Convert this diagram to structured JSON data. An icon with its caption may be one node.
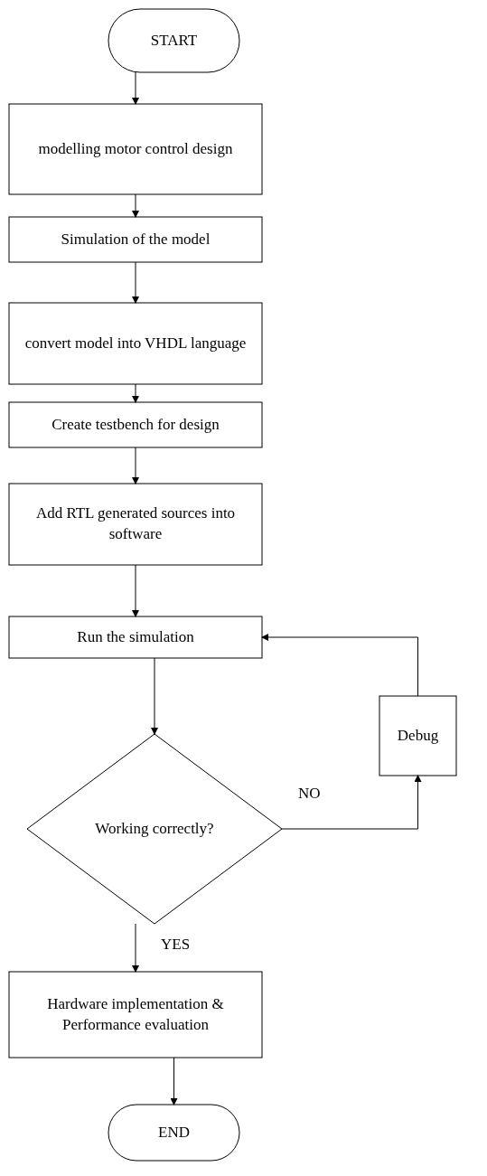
{
  "diagram": {
    "nodes": [
      {
        "text": [
          "START"
        ]
      },
      {
        "text": [
          "modelling motor control design"
        ]
      },
      {
        "text": [
          "Simulation of the model"
        ]
      },
      {
        "text": [
          "convert model into VHDL language"
        ]
      },
      {
        "text": [
          "Create testbench for design"
        ]
      },
      {
        "text": [
          "Add RTL generated sources into software"
        ]
      },
      {
        "text": [
          "Run the simulation"
        ]
      },
      {
        "text": [
          "Working correctly?"
        ]
      },
      {
        "text": [
          "Debug"
        ]
      },
      {
        "text": [
          "Hardware implementation & Performance evaluation"
        ]
      },
      {
        "text": [
          "END"
        ]
      }
    ],
    "edges": [
      {
        "from": 0,
        "to": 1,
        "arrow": "to"
      },
      {
        "from": 1,
        "to": 2,
        "arrow": "to"
      },
      {
        "from": 2,
        "to": 3,
        "arrow": "to"
      },
      {
        "from": 3,
        "to": 4,
        "arrow": "to"
      },
      {
        "from": 4,
        "to": 5,
        "arrow": "to"
      },
      {
        "from": 5,
        "to": 6,
        "arrow": "to"
      },
      {
        "from": 6,
        "to": 7,
        "arrow": "to"
      },
      {
        "from": 7,
        "to": 8,
        "arrow": "to",
        "label": "NO"
      },
      {
        "from": 8,
        "to": 6,
        "arrow": "to"
      },
      {
        "from": 7,
        "to": 9,
        "arrow": "to",
        "label": "YES"
      },
      {
        "from": 9,
        "to": 10,
        "arrow": "to"
      }
    ]
  }
}
